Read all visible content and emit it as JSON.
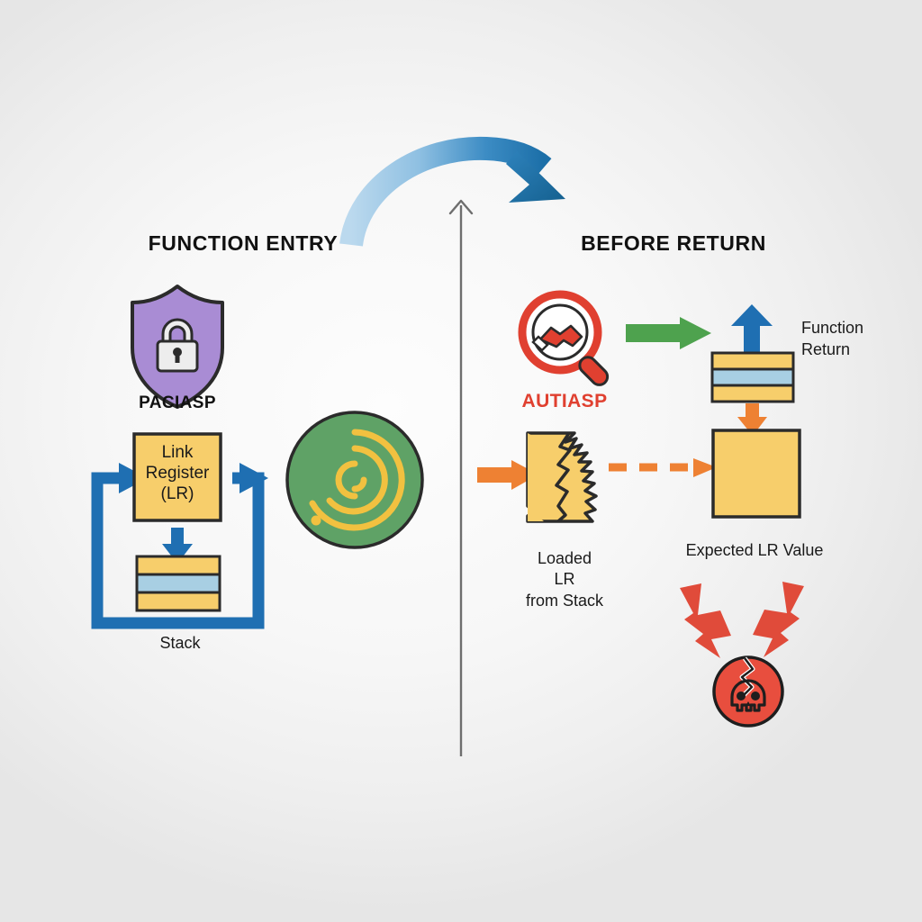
{
  "diagram": {
    "title_left": "FUNCTION ENTRY",
    "title_right": "BEFORE RETURN",
    "colors": {
      "background": "#f4f4f4",
      "yellow_fill": "#F7CE6B",
      "yellow_stroke": "#2B2B2B",
      "blue_stack_band": "#A8CFE3",
      "blue_arrow": "#1F6FB2",
      "blue_curve_light": "#A8CFE8",
      "blue_curve_dark": "#1C6FA8",
      "green_circle": "#5FA266",
      "green_arrow": "#4EA24E",
      "purple_shield": "#A98CD4",
      "red_accent": "#E04030",
      "orange_arrow": "#EE8133",
      "divider_gray": "#6E6E6E",
      "gold_spiral": "#F2C140"
    }
  },
  "left_panel": {
    "shield_label": "PACIASP",
    "shield_icon": "shield-lock-icon",
    "lr_box_label": "Link\nRegister\n(LR)",
    "stack_label": "Stack",
    "stack_rows": [
      "yellow",
      "blue",
      "yellow"
    ],
    "signature_icon": "fingerprint-spiral-icon"
  },
  "right_panel": {
    "autiasp_label": "AUTIASP",
    "autiasp_icon": "magnifier-handshake-icon",
    "function_return_label": "Function\nReturn",
    "return_stack_rows": [
      "yellow",
      "blue",
      "yellow"
    ],
    "loaded_lr_label": "Loaded\nLR\nfrom Stack",
    "loaded_lr_icon": "cracked-block-icon",
    "expected_lr_label": "Expected LR Value",
    "crash_icon": "cracked-skull-icon"
  },
  "connectors": {
    "top_curve": "curved-blue-arrow",
    "divider": "vertical-divider-arrow",
    "green_check_arrow": "green-right-arrow",
    "blue_up_arrow": "blue-up-arrow",
    "orange_down_arrow": "orange-down-arrow",
    "orange_in_arrow": "orange-right-arrow",
    "orange_dashed_arrow": "orange-dashed-right-arrow",
    "fail_bolts": [
      "red-lightning-arrow-left",
      "red-lightning-arrow-right"
    ]
  }
}
